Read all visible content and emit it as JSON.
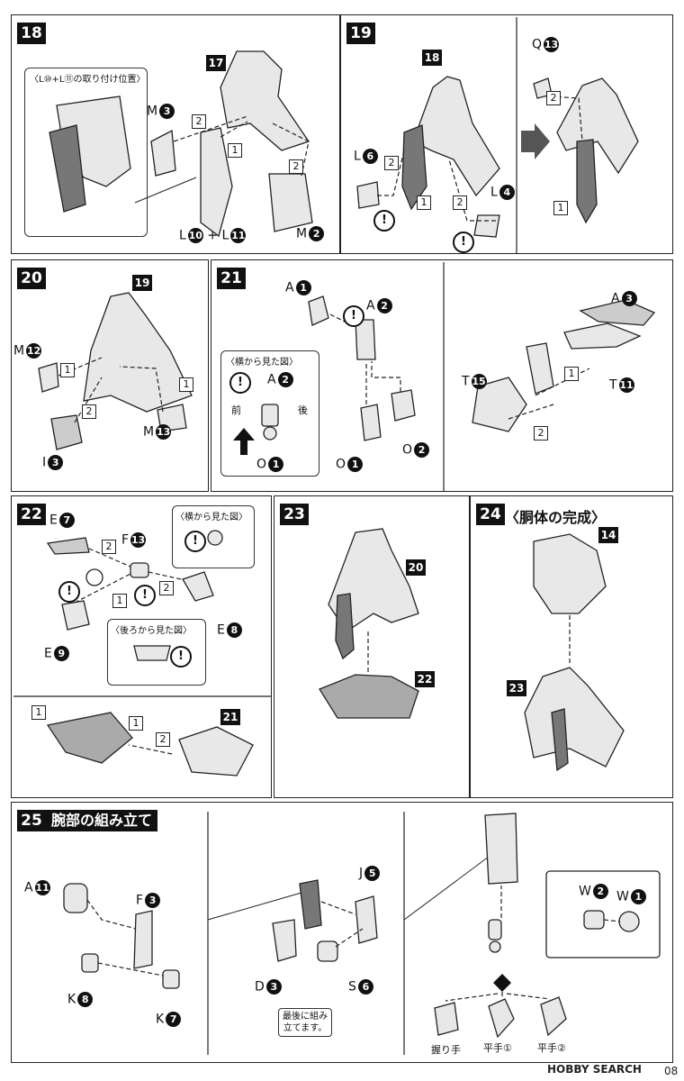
{
  "steps": {
    "s18": {
      "num": "18",
      "callout_title": "〈L⑩+L⑪の取り付け位置〉",
      "part_main": "17",
      "label_m3": "M",
      "n_m3": "3",
      "label_m2": "M",
      "n_m2": "2",
      "label_l10": "L",
      "n_l10": "10",
      "plus": "+",
      "label_l11": "L",
      "n_l11": "11"
    },
    "s19": {
      "num": "19",
      "part_main": "18",
      "label_l6": "L",
      "n_l6": "6",
      "label_l4": "L",
      "n_l4": "4",
      "label_q13": "Q",
      "n_q13": "13"
    },
    "s20": {
      "num": "20",
      "part_main": "19",
      "label_m12": "M",
      "n_m12": "12",
      "label_m13": "M",
      "n_m13": "13",
      "label_i3": "I",
      "n_i3": "3"
    },
    "s21": {
      "num": "21",
      "callout_title": "〈横から見た図〉",
      "front": "前",
      "back": "後",
      "label_a1": "A",
      "n_a1": "1",
      "label_a2": "A",
      "n_a2": "2",
      "label_o1": "O",
      "n_o1": "1",
      "label_o2": "O",
      "n_o2": "2",
      "label_a3": "A",
      "n_a3": "3",
      "label_t15": "T",
      "n_t15": "15",
      "label_t11": "T",
      "n_t11": "11"
    },
    "s22": {
      "num": "22",
      "callout_side": "〈横から見た図〉",
      "callout_back": "〈後ろから見た図〉",
      "label_e7": "E",
      "n_e7": "7",
      "label_f13": "F",
      "n_f13": "13",
      "label_e8": "E",
      "n_e8": "8",
      "label_e9": "E",
      "n_e9": "9",
      "part_21": "21"
    },
    "s23": {
      "num": "23",
      "part_20": "20",
      "part_22": "22"
    },
    "s24": {
      "num": "24",
      "title": "〈胴体の完成〉",
      "part_14": "14",
      "part_23": "23"
    },
    "s25": {
      "num": "25",
      "title": "腕部の組み立て",
      "label_a11": "A",
      "n_a11": "11",
      "label_f3": "F",
      "n_f3": "3",
      "label_k8": "K",
      "n_k8": "8",
      "label_k7": "K",
      "n_k7": "7",
      "label_j5": "J",
      "n_j5": "5",
      "label_d3": "D",
      "n_d3": "3",
      "label_s6": "S",
      "n_s6": "6",
      "note": "最後に組み\n立てます。",
      "label_w2": "W",
      "n_w2": "2",
      "label_w1": "W",
      "n_w1": "1",
      "hand1": "握り手",
      "hand2": "平手①",
      "hand3": "平手②"
    }
  },
  "footer": {
    "watermark": "HOBBY SEARCH",
    "page": "08"
  }
}
